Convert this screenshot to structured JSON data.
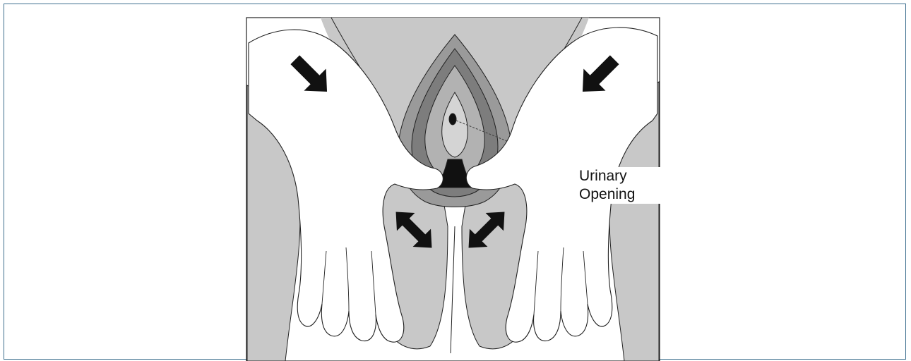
{
  "figure": {
    "callout_lines": [
      "Urinary",
      "Opening"
    ],
    "colors": {
      "frame_border": "#3d6f8e",
      "skin": "#c8c8c8",
      "labia_dark": "#888888",
      "labia_mid": "#a8a8a8",
      "arrow": "#111111",
      "hand": "#ffffff",
      "outline": "#222222"
    },
    "arrows": [
      {
        "icon": "arrow-down-right-icon",
        "direction": "press-inward"
      },
      {
        "icon": "arrow-down-left-icon",
        "direction": "press-inward"
      },
      {
        "icon": "double-arrow-diagonal-icon",
        "direction": "spread-apart"
      },
      {
        "icon": "double-arrow-diagonal-icon",
        "direction": "spread-apart"
      }
    ]
  }
}
